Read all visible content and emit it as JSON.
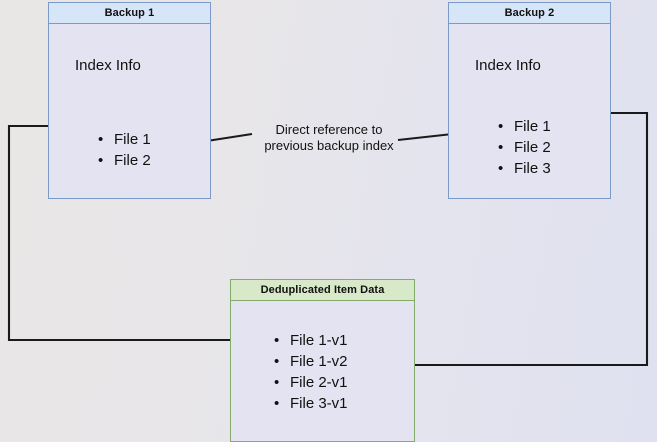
{
  "diagram": {
    "title_hidden": "",
    "background_colors": {
      "left": "#e9e6e6",
      "right": "#e0e1f0"
    },
    "nodes": [
      {
        "id": "backup-1",
        "header": "Backup 1",
        "section_label": "Index Info",
        "accent_color": "#7a9ac9",
        "header_fill": "#d6e5f8",
        "body_fill": "#e3e3f1",
        "items": [
          "File 1",
          "File 2"
        ]
      },
      {
        "id": "backup-2",
        "header": "Backup 2",
        "section_label": "Index Info",
        "accent_color": "#7a9ac9",
        "header_fill": "#d6e5f8",
        "body_fill": "#e3e3f1",
        "items": [
          "File 1",
          "File 2",
          "File 3"
        ]
      },
      {
        "id": "dedup-data",
        "header": "Deduplicated Item Data",
        "accent_color": "#83ab6b",
        "header_fill": "#d7e9c9",
        "body_fill": "#e3e3f1",
        "items": [
          "File 1-v1",
          "File 1-v2",
          "File 2-v1",
          "File 3-v1"
        ]
      }
    ],
    "annotations": [
      {
        "id": "direct-reference",
        "line1": "Direct reference to",
        "line2": "previous backup index"
      }
    ],
    "connector_color": "#1a1a1a"
  }
}
